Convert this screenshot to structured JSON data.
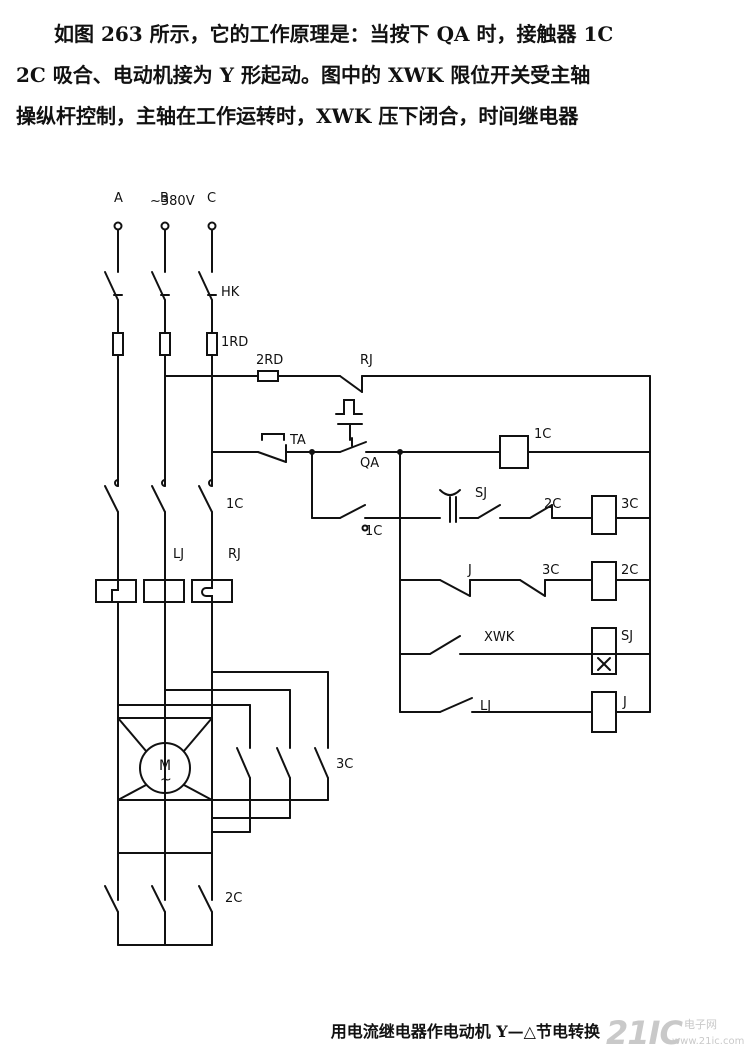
{
  "paragraph": {
    "line1": "如图 263 所示，它的工作原理是：当按下 QA 时，接触器 1C",
    "line2": "2C 吸合、电动机接为 Y 形起动。图中的 XWK 限位开关受主轴",
    "line3": "操纵杆控制，主轴在工作运转时，XWK 压下闭合，时间继电器"
  },
  "labels": {
    "supply": "~380V",
    "phase_a": "A",
    "phase_b": "B",
    "phase_c": "C",
    "hk": "HK",
    "rd1": "1RD",
    "rd2": "2RD",
    "rj_top": "RJ",
    "ta": "TA",
    "qa": "QA",
    "coil_1c": "1C",
    "contact_1c_main": "1C",
    "contact_1c_aux": "1C",
    "sj_contact": "SJ",
    "c2_contact": "2C",
    "coil_3c": "3C",
    "j_contact": "J",
    "c3_contact": "3C",
    "coil_2c": "2C",
    "xwk": "XWK",
    "coil_sj": "SJ",
    "lj_contact": "LJ",
    "coil_j": "J",
    "lj_coil": "LJ",
    "rj_heater": "RJ",
    "motor_m": "M",
    "motor_tilde": "~",
    "c3_main": "3C",
    "c2_main": "2C"
  },
  "caption": "用电流继电器作电动机 Y—△节电转换",
  "watermark": {
    "brand": "21IC",
    "sub": "电子网",
    "site": "www.21ic.com"
  }
}
